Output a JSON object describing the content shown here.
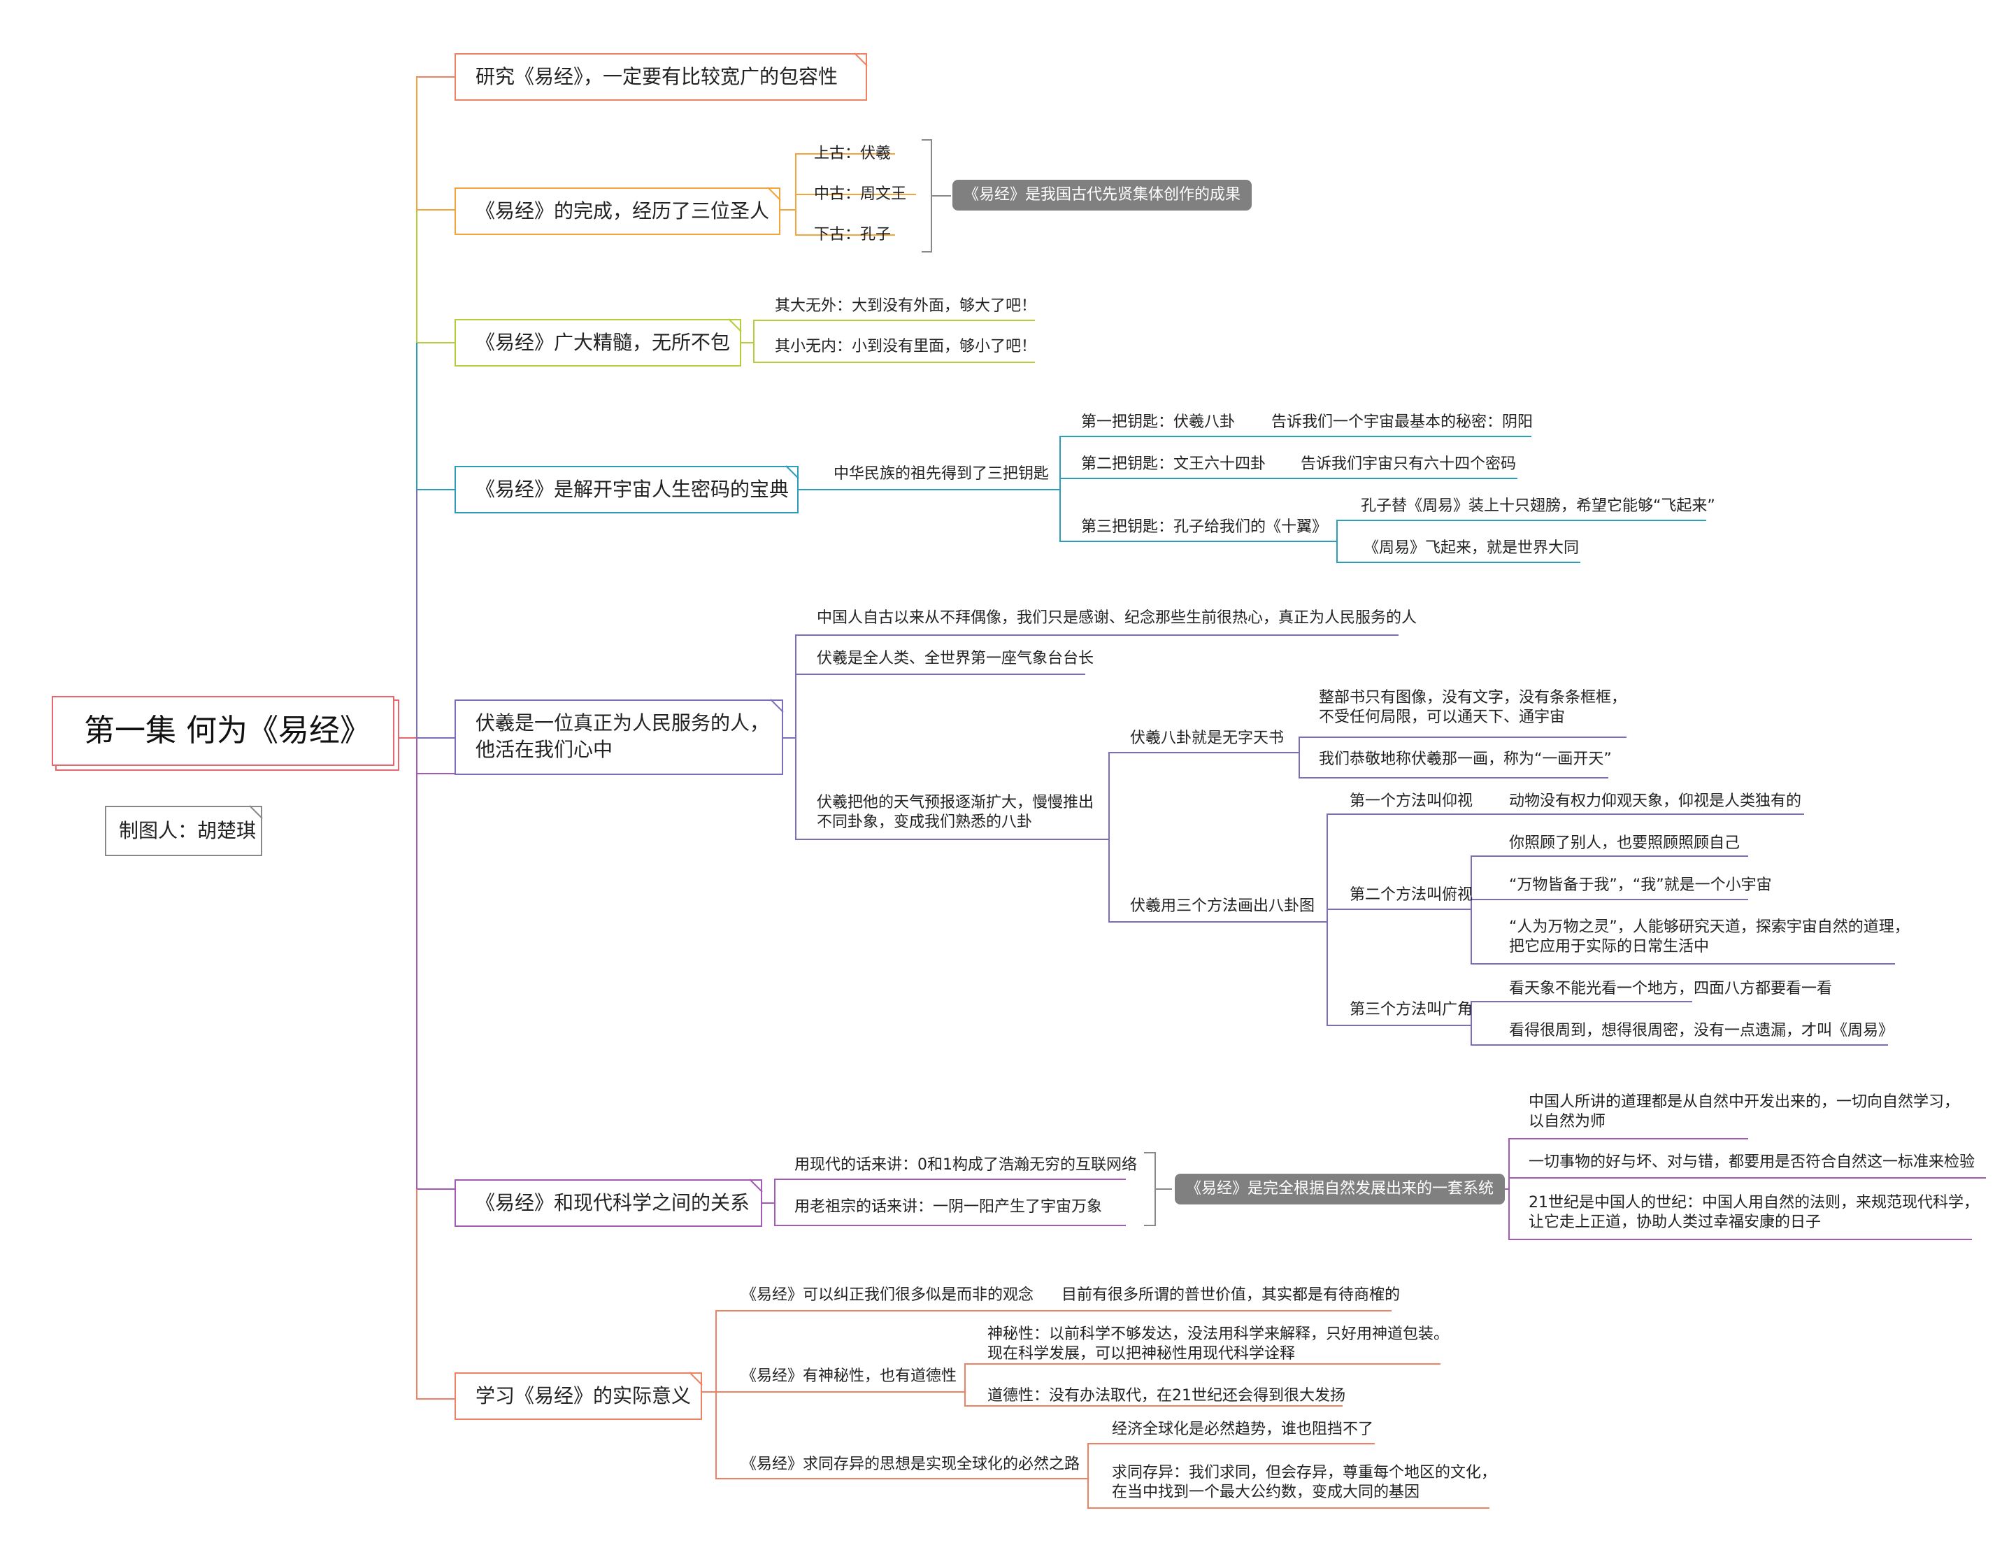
{
  "root": {
    "title": "第一集  何为《易经》"
  },
  "author": {
    "label": "制图人：胡楚琪"
  },
  "colors": {
    "b1": "#ee8262",
    "b2": "#f3a53c",
    "b3": "#b5cc3b",
    "b4": "#2b9dbb",
    "b5": "#7b6fbd",
    "b6": "#a25ab4",
    "b7": "#ee8262",
    "root": "#e8676c"
  },
  "branches": {
    "b1": {
      "label": "研究《易经》，一定要有比较宽广的包容性"
    },
    "b2": {
      "label": "《易经》的完成，经历了三位圣人",
      "items": [
        "上古：伏羲",
        "中古：周文王",
        "下古：孔子"
      ],
      "summary": "《易经》是我国古代先贤集体创作的成果"
    },
    "b3": {
      "label": "《易经》广大精髓，无所不包",
      "items": [
        "其大无外：大到没有外面，够大了吧！",
        "其小无内：小到没有里面，够小了吧！"
      ]
    },
    "b4": {
      "label": "《易经》是解开宇宙人生密码的宝典",
      "sub": "中华民族的祖先得到了三把钥匙",
      "k1": "第一把钥匙：伏羲八卦",
      "k1d": "告诉我们一个宇宙最基本的秘密：阴阳",
      "k2": "第二把钥匙：文王六十四卦",
      "k2d": "告诉我们宇宙只有六十四个密码",
      "k3": "第三把钥匙：孔子给我们的《十翼》",
      "k3a": "孔子替《周易》装上十只翅膀，希望它能够“飞起来”",
      "k3b": "《周易》飞起来，就是世界大同"
    },
    "b5": {
      "label1": "伏羲是一位真正为人民服务的人，",
      "label2": "他活在我们心中",
      "i1": "中国人自古以来从不拜偶像，我们只是感谢、纪念那些生前很热心，真正为人民服务的人",
      "i2": "伏羲是全人类、全世界第一座气象台台长",
      "i3a": "伏羲把他的天气预报逐渐扩大，慢慢推出",
      "i3b": "不同卦象，变成我们熟悉的八卦",
      "s1": "伏羲八卦就是无字天书",
      "s1a1": "整部书只有图像，没有文字，没有条条框框，",
      "s1a2": "不受任何局限，可以通天下、通宇宙",
      "s1b": "我们恭敬地称伏羲那一画，称为“一画开天”",
      "s2": "伏羲用三个方法画出八卦图",
      "m1": "第一个方法叫仰视",
      "m1a": "动物没有权力仰观天象，仰视是人类独有的",
      "m2": "第二个方法叫俯视",
      "m2a": "你照顾了别人，也要照顾照顾自己",
      "m2b": "“万物皆备于我”，“我”就是一个小宇宙",
      "m2c1": "“人为万物之灵”，人能够研究天道，探索宇宙自然的道理，",
      "m2c2": "把它应用于实际的日常生活中",
      "m3": "第三个方法叫广角",
      "m3a": "看天象不能光看一个地方，四面八方都要看一看",
      "m3b": "看得很周到，想得很周密，没有一点遗漏，才叫《周易》"
    },
    "b6": {
      "label": "《易经》和现代科学之间的关系",
      "i1": "用现代的话来讲：0和1构成了浩瀚无穷的互联网络",
      "i2": "用老祖宗的话来讲：一阴一阳产生了宇宙万象",
      "summary": "《易经》是完全根据自然发展出来的一套系统",
      "s1a": "中国人所讲的道理都是从自然中开发出来的，一切向自然学习，",
      "s1b": "以自然为师",
      "s2": "一切事物的好与坏、对与错，都要用是否符合自然这一标准来检验",
      "s3a": "21世纪是中国人的世纪：中国人用自然的法则，来规范现代科学，",
      "s3b": "让它走上正道，协助人类过幸福安康的日子"
    },
    "b7": {
      "label": "学习《易经》的实际意义",
      "i1": "《易经》可以纠正我们很多似是而非的观念",
      "i1d": "目前有很多所谓的普世价值，其实都是有待商榷的",
      "i2": "《易经》有神秘性，也有道德性",
      "i2a1": "神秘性：以前科学不够发达，没法用科学来解释，只好用神道包装。",
      "i2a2": "现在科学发展，可以把神秘性用现代科学诠释",
      "i2b": "道德性：没有办法取代，在21世纪还会得到很大发扬",
      "i3": "《易经》求同存异的思想是实现全球化的必然之路",
      "i3a": "经济全球化是必然趋势，谁也阻挡不了",
      "i3b1": "求同存异：我们求同，但会存异，尊重每个地区的文化，",
      "i3b2": "在当中找到一个最大公约数，变成大同的基因"
    }
  }
}
